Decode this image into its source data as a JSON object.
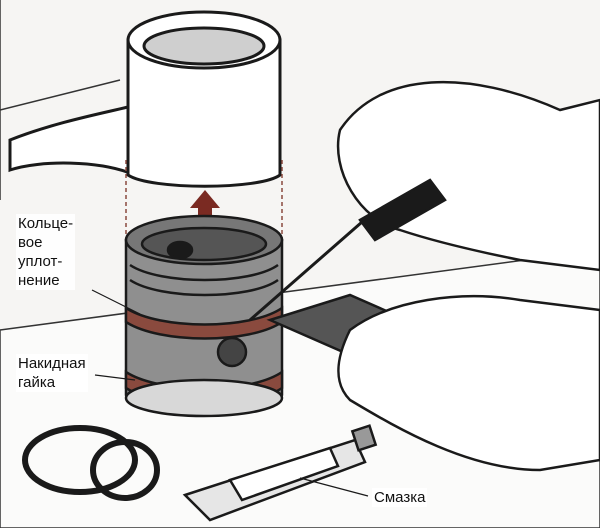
{
  "labels": {
    "o_ring": [
      "Кольце-",
      "вое",
      "уплот-",
      "нение"
    ],
    "nut": [
      "Накидная",
      "гайка"
    ],
    "grease": "Смазка"
  },
  "colors": {
    "ring": "#8a4a3e",
    "arrow": "#7a2a22",
    "ink": "#1a1a1a"
  }
}
